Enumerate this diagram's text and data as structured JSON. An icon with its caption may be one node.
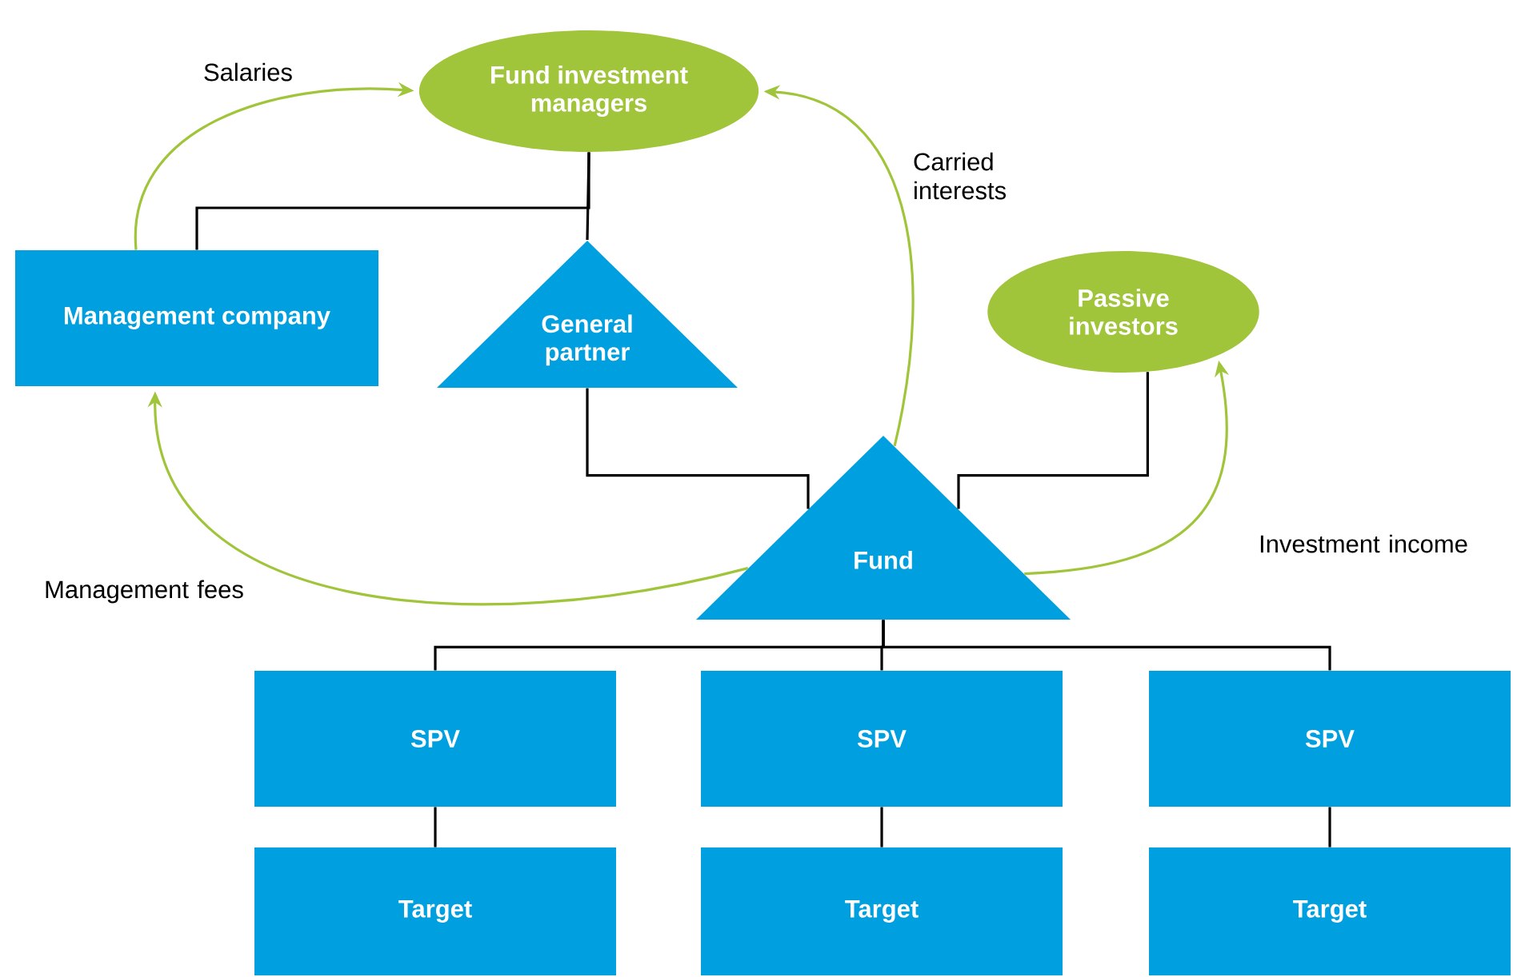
{
  "diagram": {
    "nodes": [
      {
        "text": [
          "Fund investment managers"
        ]
      },
      {
        "text": [
          "Management company"
        ]
      },
      {
        "text": [
          "General partner"
        ]
      },
      {
        "text": [
          "Passive investors"
        ]
      },
      {
        "text": [
          "Fund"
        ]
      },
      {
        "text": [
          "SPV"
        ]
      },
      {
        "text": [
          "SPV"
        ]
      },
      {
        "text": [
          "SPV"
        ]
      },
      {
        "text": [
          "Target"
        ]
      },
      {
        "text": [
          "Target"
        ]
      },
      {
        "text": [
          "Target"
        ]
      }
    ],
    "edges": [
      {
        "from": 1,
        "to": 0,
        "arrow": "none"
      },
      {
        "from": 2,
        "to": 0,
        "arrow": "none"
      },
      {
        "from": 2,
        "to": 4,
        "arrow": "none"
      },
      {
        "from": 3,
        "to": 4,
        "arrow": "none"
      },
      {
        "from": 4,
        "to": 5,
        "arrow": "none"
      },
      {
        "from": 4,
        "to": 6,
        "arrow": "none"
      },
      {
        "from": 4,
        "to": 7,
        "arrow": "none"
      },
      {
        "from": 5,
        "to": 8,
        "arrow": "none"
      },
      {
        "from": 6,
        "to": 9,
        "arrow": "none"
      },
      {
        "from": 7,
        "to": 10,
        "arrow": "none"
      },
      {
        "from": 1,
        "to": 0,
        "arrow": "to",
        "label": "Salaries",
        "color": "#a0c43a"
      },
      {
        "from": 4,
        "to": 1,
        "arrow": "to",
        "label": "Management fees",
        "color": "#a0c43a"
      },
      {
        "from": 4,
        "to": 0,
        "arrow": "to",
        "label": "Carried interests",
        "color": "#a0c43a"
      },
      {
        "from": 4,
        "to": 3,
        "arrow": "to",
        "label": "Investment income",
        "color": "#a0c43a"
      }
    ]
  }
}
